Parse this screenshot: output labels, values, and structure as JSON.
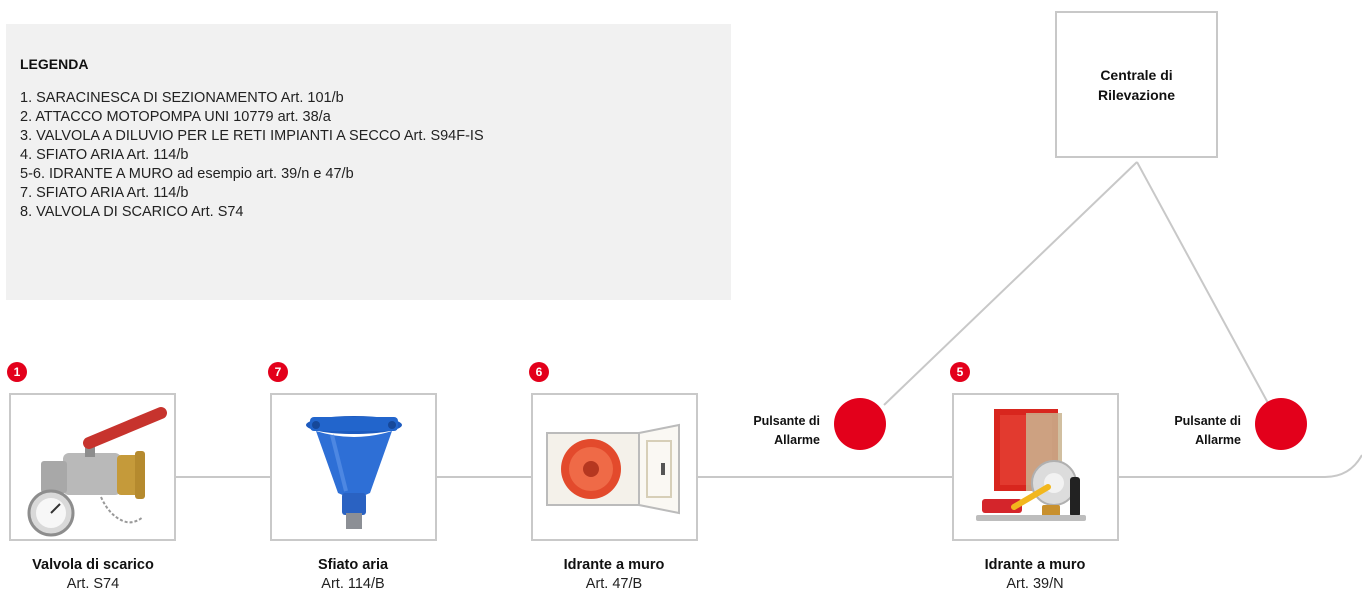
{
  "legend": {
    "title": "LEGENDA",
    "items": [
      "1. SARACINESCA DI SEZIONAMENTO Art. 101/b",
      "2. ATTACCO MOTOPOMPA UNI 10779 art. 38/a",
      "3. VALVOLA A DILUVIO PER LE RETI IMPIANTI A SECCO Art. S94F-IS",
      "4. SFIATO ARIA Art. 114/b",
      "5-6. IDRANTE A MURO ad esempio art. 39/n e 47/b",
      "7. SFIATO ARIA Art. 114/b",
      "8. VALVOLA DI SCARICO Art. S74"
    ]
  },
  "central": {
    "label": "Centrale di Rilevazione"
  },
  "devices": [
    {
      "badge": "1",
      "title": "Valvola di scarico",
      "art": "Art. S74",
      "image": "valve-photo"
    },
    {
      "badge": "7",
      "title": "Sfiato aria",
      "art": "Art. 114/B",
      "image": "air-vent-photo"
    },
    {
      "badge": "6",
      "title": "Idrante a muro",
      "art": "Art. 47/B",
      "image": "hose-reel-cabinet-photo"
    },
    {
      "badge": "5",
      "title": "Idrante a muro",
      "art": "Art. 39/N",
      "image": "hydrant-kit-photo"
    }
  ],
  "alarms": [
    {
      "line1": "Pulsante di",
      "line2": "Allarme"
    },
    {
      "line1": "Pulsante di",
      "line2": "Allarme"
    }
  ],
  "colors": {
    "accent": "#e3001b",
    "line": "#c8c8c8",
    "legend_bg": "#f1f1f1"
  }
}
